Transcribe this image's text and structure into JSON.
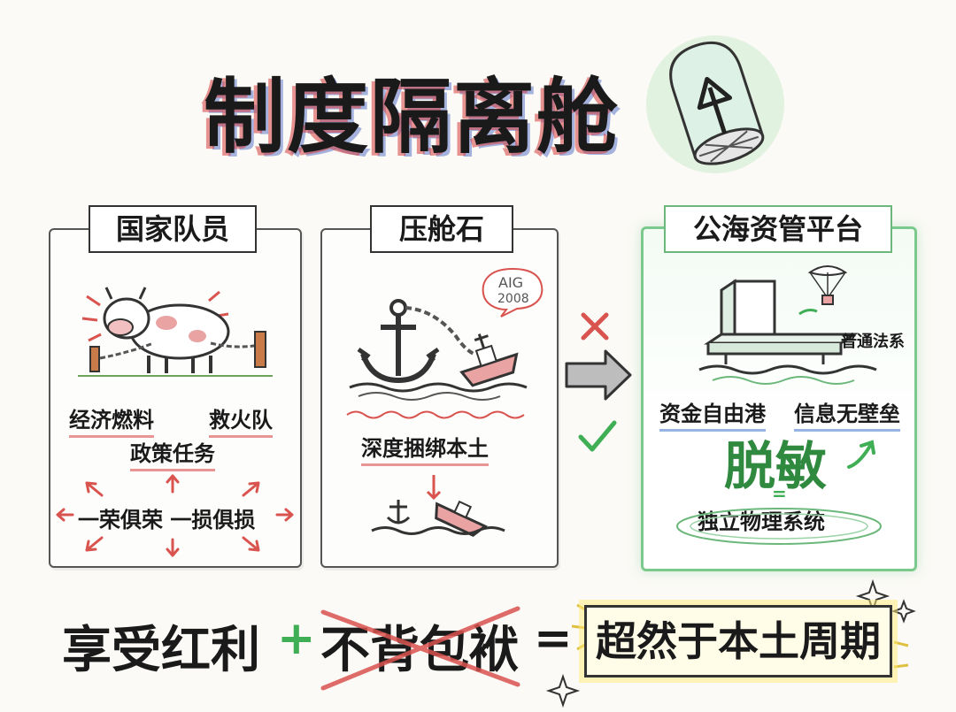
{
  "title": "制度隔离舱",
  "panels": [
    {
      "label": "国家队员",
      "items": {
        "fuel": "经济燃料",
        "fire": "救火队",
        "policy": "政策任务",
        "shared": "一荣俱荣 一损俱损"
      }
    },
    {
      "label": "压舱石",
      "speech": {
        "line1": "AIG",
        "line2": "2008"
      },
      "item": "深度捆绑本土"
    },
    {
      "label": "公海资管平台",
      "items": {
        "law": "普通法系",
        "capital": "资金自由港",
        "info": "信息无壁垒",
        "desensitize": "脱敏",
        "equals": "=",
        "system": "独立物理系统"
      }
    }
  ],
  "equation": {
    "part1": "享受红利",
    "plus": "+",
    "part2": "不背包袱",
    "equals": "=",
    "result": "超然于本土周期"
  },
  "colors": {
    "red": "#d9534f",
    "green": "#3fae55",
    "dark": "#1a1a1a"
  }
}
